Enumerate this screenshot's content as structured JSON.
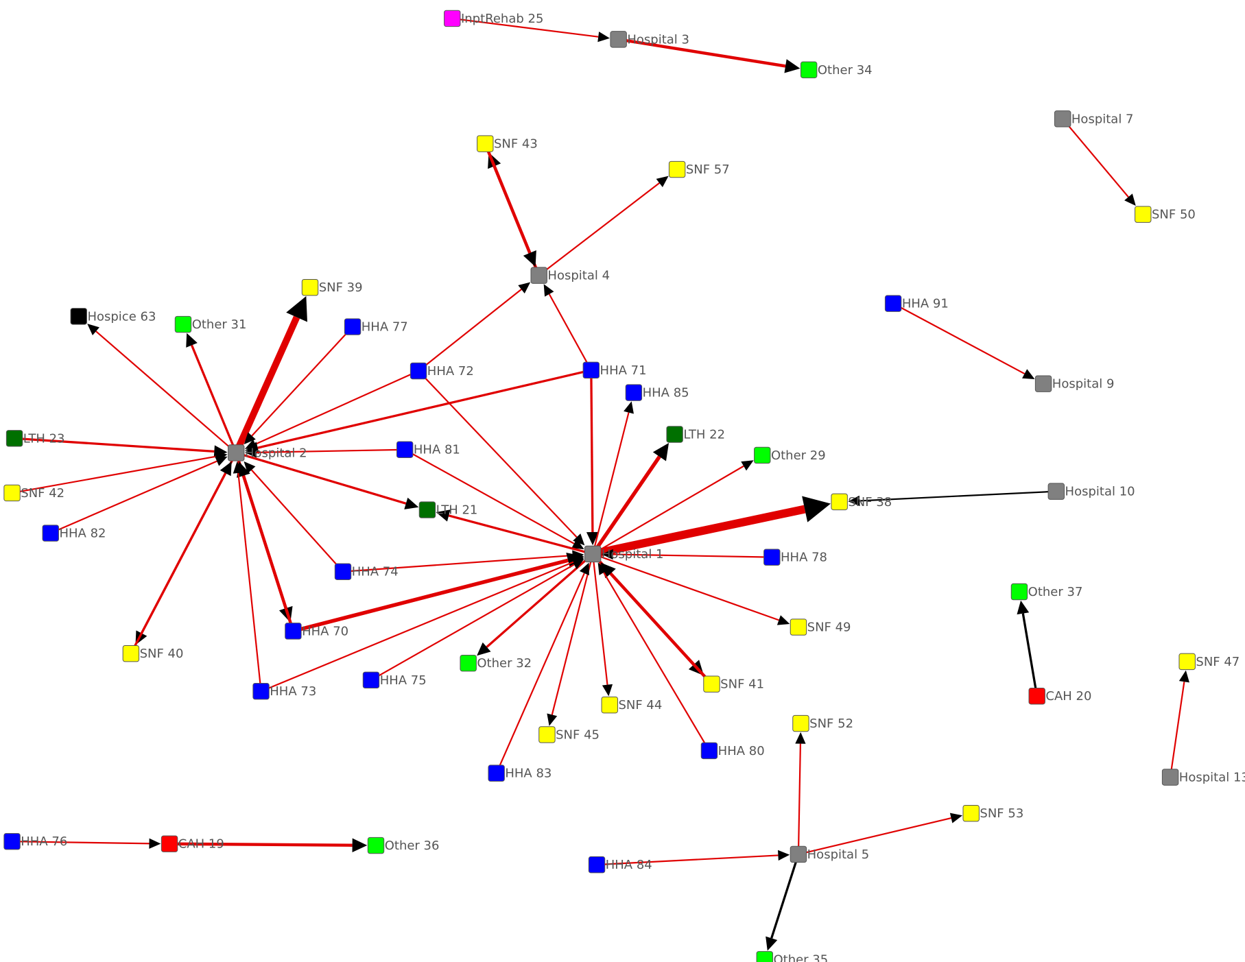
{
  "node_types": {
    "Hospital": "#808080",
    "SNF": "#ffff00",
    "HHA": "#0000ff",
    "LTH": "#007000",
    "Other": "#00ff00",
    "Hospice": "#000000",
    "InptRehab": "#ff00ff",
    "CAH": "#ff0000"
  },
  "edge_colors": {
    "red": "#e00000",
    "black": "#000000"
  },
  "nodes": [
    {
      "id": "InptRehab 25",
      "type": "InptRehab"
    },
    {
      "id": "Hospital 3",
      "type": "Hospital"
    },
    {
      "id": "Other 34",
      "type": "Other"
    },
    {
      "id": "Hospital 7",
      "type": "Hospital"
    },
    {
      "id": "SNF 50",
      "type": "SNF"
    },
    {
      "id": "SNF 43",
      "type": "SNF"
    },
    {
      "id": "SNF 57",
      "type": "SNF"
    },
    {
      "id": "Hospital 4",
      "type": "Hospital"
    },
    {
      "id": "SNF 39",
      "type": "SNF"
    },
    {
      "id": "Hospice 63",
      "type": "Hospice"
    },
    {
      "id": "Other 31",
      "type": "Other"
    },
    {
      "id": "HHA 77",
      "type": "HHA"
    },
    {
      "id": "HHA 72",
      "type": "HHA"
    },
    {
      "id": "HHA 71",
      "type": "HHA"
    },
    {
      "id": "HHA 85",
      "type": "HHA"
    },
    {
      "id": "HHA 91",
      "type": "HHA"
    },
    {
      "id": "Hospital 9",
      "type": "Hospital"
    },
    {
      "id": "LTH 23",
      "type": "LTH"
    },
    {
      "id": "Hospital 2",
      "type": "Hospital"
    },
    {
      "id": "HHA 81",
      "type": "HHA"
    },
    {
      "id": "LTH 22",
      "type": "LTH"
    },
    {
      "id": "Other 29",
      "type": "Other"
    },
    {
      "id": "SNF 42",
      "type": "SNF"
    },
    {
      "id": "SNF 38",
      "type": "SNF"
    },
    {
      "id": "Hospital 10",
      "type": "Hospital"
    },
    {
      "id": "LTH 21",
      "type": "LTH"
    },
    {
      "id": "HHA 82",
      "type": "HHA"
    },
    {
      "id": "Hospital 1",
      "type": "Hospital"
    },
    {
      "id": "HHA 78",
      "type": "HHA"
    },
    {
      "id": "HHA 74",
      "type": "HHA"
    },
    {
      "id": "Other 37",
      "type": "Other"
    },
    {
      "id": "HHA 70",
      "type": "HHA"
    },
    {
      "id": "SNF 49",
      "type": "SNF"
    },
    {
      "id": "SNF 40",
      "type": "SNF"
    },
    {
      "id": "Other 32",
      "type": "Other"
    },
    {
      "id": "SNF 47",
      "type": "SNF"
    },
    {
      "id": "HHA 75",
      "type": "HHA"
    },
    {
      "id": "SNF 41",
      "type": "SNF"
    },
    {
      "id": "HHA 73",
      "type": "HHA"
    },
    {
      "id": "SNF 44",
      "type": "SNF"
    },
    {
      "id": "CAH 20",
      "type": "CAH"
    },
    {
      "id": "SNF 52",
      "type": "SNF"
    },
    {
      "id": "SNF 45",
      "type": "SNF"
    },
    {
      "id": "HHA 80",
      "type": "HHA"
    },
    {
      "id": "HHA 83",
      "type": "HHA"
    },
    {
      "id": "Hospital 13",
      "type": "Hospital"
    },
    {
      "id": "SNF 53",
      "type": "SNF"
    },
    {
      "id": "HHA 76",
      "type": "HHA"
    },
    {
      "id": "CAH 19",
      "type": "CAH"
    },
    {
      "id": "Other 36",
      "type": "Other"
    },
    {
      "id": "Hospital 5",
      "type": "Hospital"
    },
    {
      "id": "HHA 84",
      "type": "HHA"
    },
    {
      "id": "Other 35",
      "type": "Other"
    }
  ],
  "edges": [
    {
      "source": "InptRehab 25",
      "target": "Hospital 3",
      "weight": 2,
      "color": "red"
    },
    {
      "source": "Hospital 3",
      "target": "Other 34",
      "weight": 4,
      "color": "red"
    },
    {
      "source": "Hospital 7",
      "target": "SNF 50",
      "weight": 2,
      "color": "red"
    },
    {
      "source": "Hospital 4",
      "target": "SNF 43",
      "weight": 4,
      "color": "red"
    },
    {
      "source": "SNF 43",
      "target": "Hospital 4",
      "weight": 4,
      "color": "red"
    },
    {
      "source": "Hospital 4",
      "target": "SNF 57",
      "weight": 2,
      "color": "red"
    },
    {
      "source": "HHA 72",
      "target": "Hospital 4",
      "weight": 2,
      "color": "red"
    },
    {
      "source": "HHA 71",
      "target": "Hospital 4",
      "weight": 2,
      "color": "red"
    },
    {
      "source": "HHA 91",
      "target": "Hospital 9",
      "weight": 2,
      "color": "red"
    },
    {
      "source": "Hospital 2",
      "target": "SNF 39",
      "weight": 9,
      "color": "red"
    },
    {
      "source": "Hospital 2",
      "target": "Hospice 63",
      "weight": 2,
      "color": "red"
    },
    {
      "source": "Hospital 2",
      "target": "Other 31",
      "weight": 3,
      "color": "red"
    },
    {
      "source": "HHA 77",
      "target": "Hospital 2",
      "weight": 2,
      "color": "red"
    },
    {
      "source": "HHA 72",
      "target": "Hospital 2",
      "weight": 2,
      "color": "red"
    },
    {
      "source": "HHA 71",
      "target": "Hospital 2",
      "weight": 3,
      "color": "red"
    },
    {
      "source": "LTH 23",
      "target": "Hospital 2",
      "weight": 3,
      "color": "red"
    },
    {
      "source": "HHA 81",
      "target": "Hospital 2",
      "weight": 2,
      "color": "red"
    },
    {
      "source": "SNF 42",
      "target": "Hospital 2",
      "weight": 2,
      "color": "red"
    },
    {
      "source": "HHA 82",
      "target": "Hospital 2",
      "weight": 2,
      "color": "red"
    },
    {
      "source": "Hospital 2",
      "target": "LTH 21",
      "weight": 3,
      "color": "red"
    },
    {
      "source": "HHA 74",
      "target": "Hospital 2",
      "weight": 2,
      "color": "red"
    },
    {
      "source": "Hospital 2",
      "target": "HHA 70",
      "weight": 4,
      "color": "red"
    },
    {
      "source": "HHA 70",
      "target": "Hospital 2",
      "weight": 4,
      "color": "red"
    },
    {
      "source": "Hospital 2",
      "target": "SNF 40",
      "weight": 3,
      "color": "red"
    },
    {
      "source": "SNF 40",
      "target": "Hospital 2",
      "weight": 3,
      "color": "red"
    },
    {
      "source": "HHA 73",
      "target": "Hospital 2",
      "weight": 2,
      "color": "red"
    },
    {
      "source": "HHA 71",
      "target": "Hospital 1",
      "weight": 3,
      "color": "red"
    },
    {
      "source": "Hospital 1",
      "target": "HHA 85",
      "weight": 2,
      "color": "red"
    },
    {
      "source": "Hospital 1",
      "target": "LTH 22",
      "weight": 5,
      "color": "red"
    },
    {
      "source": "Hospital 1",
      "target": "Other 29",
      "weight": 2,
      "color": "red"
    },
    {
      "source": "Hospital 1",
      "target": "SNF 38",
      "weight": 11,
      "color": "red"
    },
    {
      "source": "Hospital 10",
      "target": "SNF 38",
      "weight": 2,
      "color": "black"
    },
    {
      "source": "HHA 72",
      "target": "Hospital 1",
      "weight": 2,
      "color": "red"
    },
    {
      "source": "HHA 81",
      "target": "Hospital 1",
      "weight": 2,
      "color": "red"
    },
    {
      "source": "Hospital 1",
      "target": "LTH 21",
      "weight": 3,
      "color": "red"
    },
    {
      "source": "HHA 78",
      "target": "Hospital 1",
      "weight": 2,
      "color": "red"
    },
    {
      "source": "HHA 74",
      "target": "Hospital 1",
      "weight": 2,
      "color": "red"
    },
    {
      "source": "HHA 70",
      "target": "Hospital 1",
      "weight": 5,
      "color": "red"
    },
    {
      "source": "Hospital 1",
      "target": "SNF 49",
      "weight": 2,
      "color": "red"
    },
    {
      "source": "Hospital 1",
      "target": "Other 32",
      "weight": 3,
      "color": "red"
    },
    {
      "source": "HHA 75",
      "target": "Hospital 1",
      "weight": 2,
      "color": "red"
    },
    {
      "source": "HHA 73",
      "target": "Hospital 1",
      "weight": 2,
      "color": "red"
    },
    {
      "source": "Hospital 1",
      "target": "SNF 41",
      "weight": 4,
      "color": "red"
    },
    {
      "source": "SNF 41",
      "target": "Hospital 1",
      "weight": 4,
      "color": "red"
    },
    {
      "source": "Hospital 1",
      "target": "SNF 44",
      "weight": 2,
      "color": "red"
    },
    {
      "source": "Hospital 1",
      "target": "SNF 45",
      "weight": 2,
      "color": "red"
    },
    {
      "source": "HHA 80",
      "target": "Hospital 1",
      "weight": 2,
      "color": "red"
    },
    {
      "source": "HHA 83",
      "target": "Hospital 1",
      "weight": 2,
      "color": "red"
    },
    {
      "source": "CAH 20",
      "target": "Other 37",
      "weight": 3,
      "color": "black"
    },
    {
      "source": "Hospital 13",
      "target": "SNF 47",
      "weight": 2,
      "color": "red"
    },
    {
      "source": "Hospital 5",
      "target": "SNF 52",
      "weight": 2,
      "color": "red"
    },
    {
      "source": "Hospital 5",
      "target": "SNF 53",
      "weight": 2,
      "color": "red"
    },
    {
      "source": "HHA 84",
      "target": "Hospital 5",
      "weight": 2,
      "color": "red"
    },
    {
      "source": "Hospital 5",
      "target": "Other 35",
      "weight": 3,
      "color": "black"
    },
    {
      "source": "HHA 76",
      "target": "CAH 19",
      "weight": 2,
      "color": "red"
    },
    {
      "source": "CAH 19",
      "target": "Other 36",
      "weight": 4,
      "color": "red"
    }
  ]
}
